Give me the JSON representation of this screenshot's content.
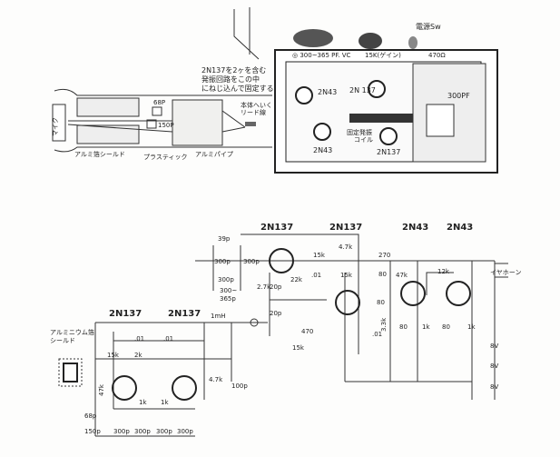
{
  "drawing_top_left": {
    "note_lines": [
      "2N137を2ヶを含む",
      "発振回路をこの中",
      "にねじ込んで固定する"
    ],
    "cap_68": "68P",
    "cap_150": "150P",
    "lead_note": [
      "本体へいく",
      "リード線"
    ],
    "foil_shield": "アルミ箔シールド",
    "plastic": "プラスティック",
    "alu_pipe": "アルミパイプ",
    "coil_label": "マイク"
  },
  "drawing_chassis": {
    "vc": "◎ 300~365 PF. VC",
    "gain": "15K(ゲイン)",
    "resistor": "470Ω",
    "power_sw": "電源Sw",
    "t1": "2N43",
    "t2": "2N 137",
    "t3": "2N43",
    "t4": "2N137",
    "cap300": "300PF",
    "coil": [
      "固定発振",
      "コイル"
    ]
  },
  "schematic": {
    "transistors": [
      "2N137",
      "2N137",
      "2N43",
      "2N43",
      "2N137",
      "2N137"
    ],
    "labels": {
      "c39": "39p",
      "c300a": "300p",
      "c300b": "300p",
      "c300c": "300p",
      "vc": "300~",
      "vc2": "365p",
      "r27": "2.7k",
      "c20a": "20p",
      "c20b": "20p",
      "r22": "22k",
      "r15a": "15k",
      "c01a": ".01",
      "r47a": "4.7k",
      "r15b": "15k",
      "r270": "270",
      "c80a": "80",
      "r47b": "47k",
      "r12": "12k",
      "earphone": "イヤホーン",
      "c80b": "80",
      "r33": "3.3k",
      "c01b": ".01",
      "c80c": "80",
      "r1a": "1k",
      "c80d": "80",
      "r1b": "1k",
      "r470": "470",
      "vr15": "15k",
      "l1": "1mH",
      "b1": "8V",
      "b2": "8V",
      "b3": "8V",
      "shield": [
        "アルミニウム箔",
        "シールド"
      ],
      "r15c": "15k",
      "r2": "2k",
      "c01c": ".01",
      "c01d": ".01",
      "r47k": "47k",
      "r47c": "4.7k",
      "c100": "100p",
      "r1c": "1k",
      "r1d": "1k",
      "c68": "68p",
      "c150": "150p",
      "c300s": [
        "300p",
        "300p",
        "300p",
        "300p"
      ]
    }
  }
}
